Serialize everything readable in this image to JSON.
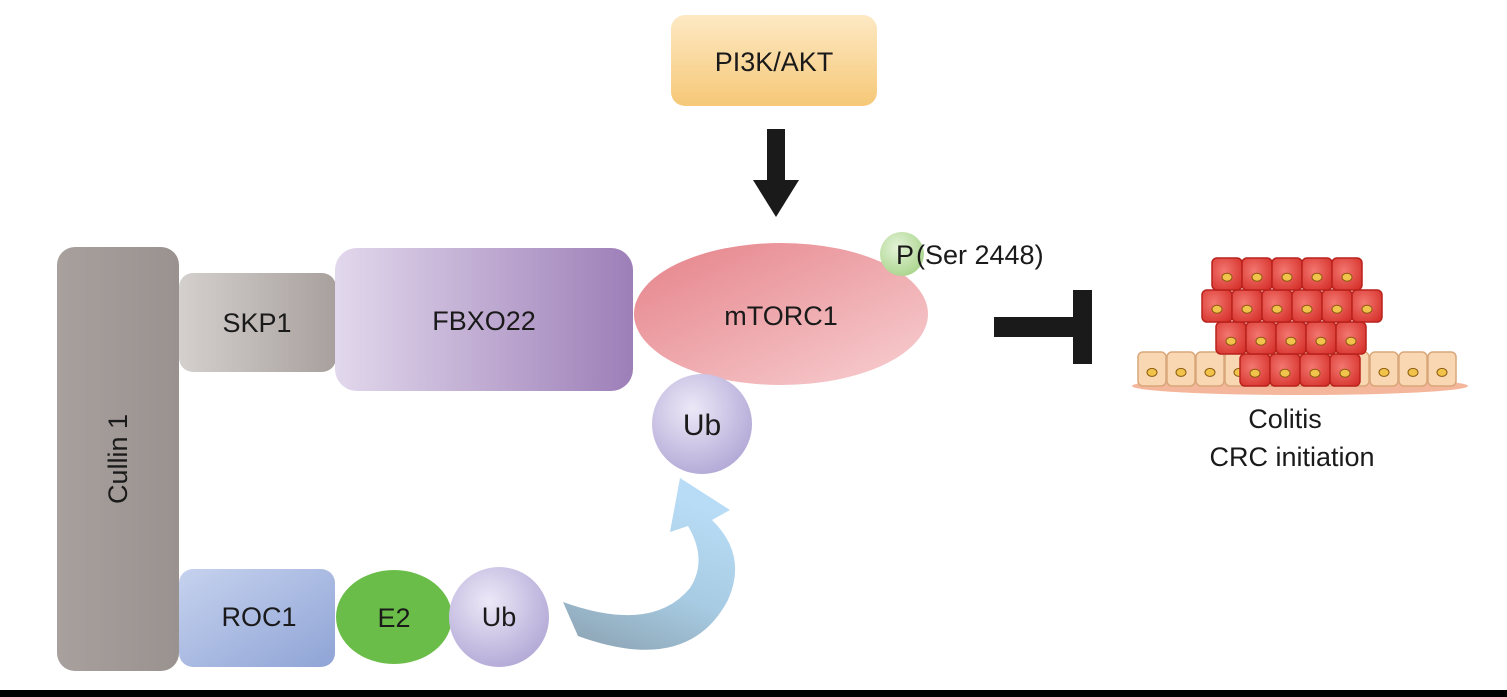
{
  "nodes": {
    "cullin": "Cullin 1",
    "skp1": "SKP1",
    "fbxo22": "FBXO22",
    "mtorc1": "mTORC1",
    "pi3k": "PI3K/AKT",
    "phospho_p": "P",
    "phospho_site": "(Ser 2448)",
    "ub_top": "Ub",
    "roc1": "ROC1",
    "e2": "E2",
    "ub_bottom": "Ub"
  },
  "outcome": {
    "line1": "Colitis",
    "line2": "CRC initiation"
  },
  "colors": {
    "cullin": "#a29a97",
    "skp1": "#b8b2b0",
    "fbxo22": "#b49ccb",
    "mtorc1": "#eea3a8",
    "pi3k": "#f9d79a",
    "phospho": "#bfe0a6",
    "ub": "#c9c1e3",
    "roc1": "#a7b8e0",
    "e2": "#6bbd49",
    "ub_arrow": "#a9d2ee",
    "cells": "#e8453d",
    "epithelium": "#f9d1a7"
  }
}
